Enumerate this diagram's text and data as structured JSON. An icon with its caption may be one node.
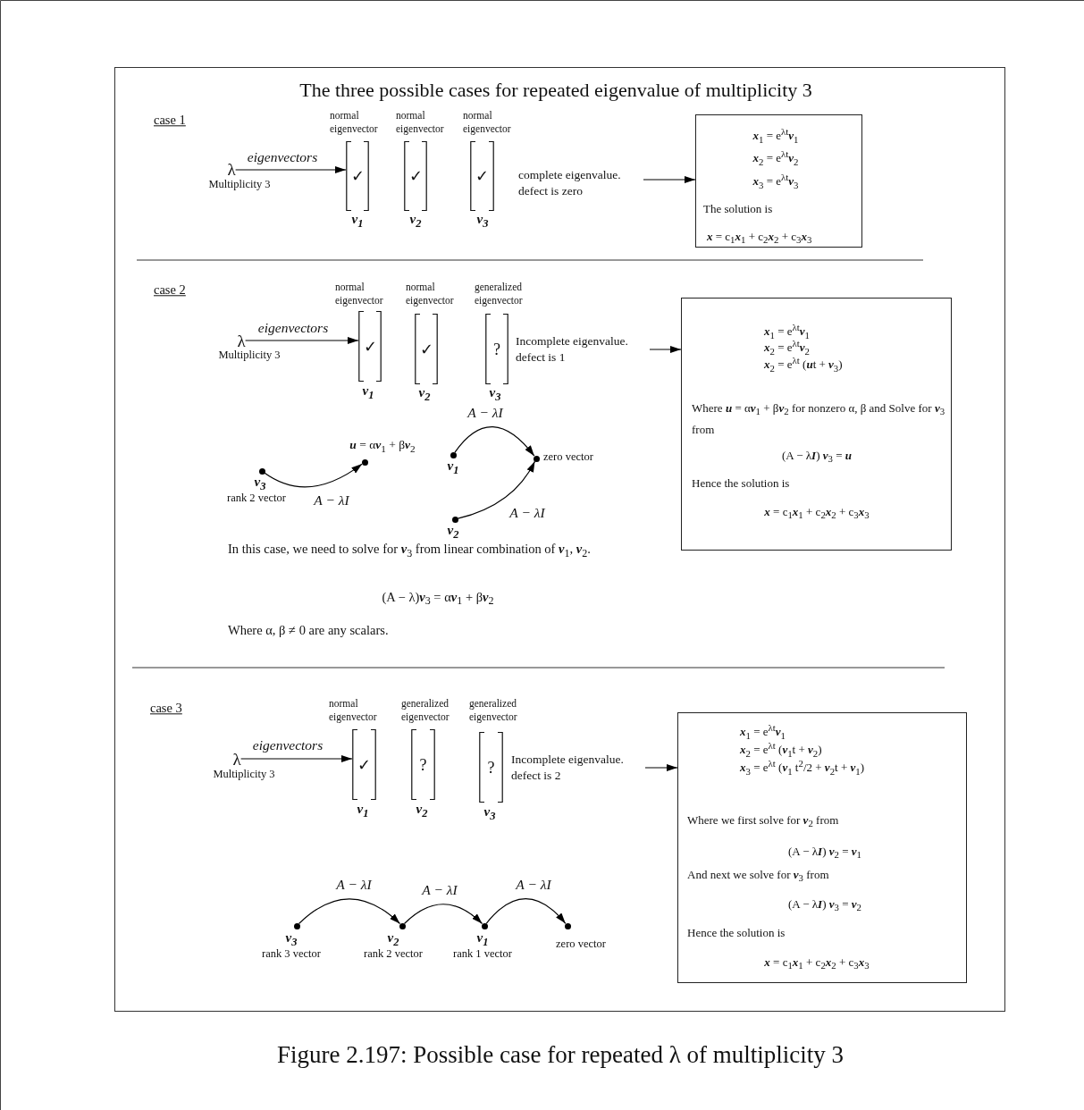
{
  "diagram": {
    "title": "The three possible cases for repeated eigenvalue of multiplicity 3",
    "caption": "Figure 2.197: Possible case for repeated λ of multiplicity 3",
    "nodes": [
      {
        "text": [
          "λ"
        ],
        "beside": [
          "Multiplicity 3"
        ]
      },
      {
        "text": [
          "✓"
        ],
        "beside": [
          "normal eigenvector",
          "v$_{1}$"
        ]
      },
      {
        "text": [
          "✓"
        ],
        "beside": [
          "normal eigenvector",
          "v$_{2}$"
        ]
      },
      {
        "text": [
          "✓"
        ],
        "beside": [
          "normal eigenvector",
          "v$_{3}$"
        ]
      },
      {
        "text": [
          "complete eigenvalue. defect is zero"
        ]
      },
      {
        "text": [
          "**x**$_{1}$ = e$^{λt}$**v**$_{1}$",
          "**x**$_{2}$ = e$^{λt}$**v**$_{2}$",
          "**x**$_{3}$ = e$^{λt}$**v**$_{3}$",
          "The solution is",
          "**x** = c$_{1}$**x**$_{1}$ + c$_{2}$**x**$_{2}$ + c$_{3}$**x**$_{3}$"
        ]
      },
      {
        "text": [
          "λ"
        ],
        "beside": [
          "Multiplicity 3"
        ]
      },
      {
        "text": [
          "✓"
        ],
        "beside": [
          "normal eigenvector",
          "v$_{1}$"
        ]
      },
      {
        "text": [
          "✓"
        ],
        "beside": [
          "normal eigenvector",
          "v$_{2}$"
        ]
      },
      {
        "text": [
          "?"
        ],
        "beside": [
          "generalized eigenvector",
          "v$_{3}$"
        ]
      },
      {
        "text": [
          "Incomplete eigenvalue. defect is 1"
        ]
      },
      {
        "text": [
          "**x**$_{1}$ = e$^{λt}$**v**$_{1}$",
          "**x**$_{2}$ = e$^{λt}$**v**$_{2}$",
          "**x**$_{2}$ = e$^{λt}$ (**u**t + **v**$_{3}$)",
          "Where **u** = α**v**$_{1}$ + β**v**$_{2}$ for nonzero α, β and Solve for **v**$_{3}$ from",
          "(A − λ**I**) **v**$_{3}$ = **u**",
          "Hence the solution is",
          "**x** = c$_{1}$**x**$_{1}$ + c$_{2}$**x**$_{2}$ + c$_{3}$**x**$_{3}$"
        ]
      },
      {
        "text": [],
        "shape": "circle",
        "beside": [
          "v$_{3}$",
          "rank 2 vector"
        ]
      },
      {
        "text": [],
        "shape": "circle",
        "beside": [
          "**u** = α**v**$_{1}$ + β**v**$_{2}$"
        ]
      },
      {
        "text": [],
        "shape": "circle",
        "beside": [
          "v$_{1}$"
        ]
      },
      {
        "text": [],
        "shape": "circle",
        "beside": [
          "zero vector"
        ]
      },
      {
        "text": [],
        "shape": "circle",
        "beside": [
          "v$_{2}$"
        ]
      },
      {
        "text": [
          "λ"
        ],
        "beside": [
          "Multiplicity 3"
        ]
      },
      {
        "text": [
          "✓"
        ],
        "beside": [
          "normal eigenvector",
          "v$_{1}$"
        ]
      },
      {
        "text": [
          "?"
        ],
        "beside": [
          "generalized eigenvector",
          "v$_{2}$"
        ]
      },
      {
        "text": [
          "?"
        ],
        "beside": [
          "generalized eigenvector",
          "v$_{3}$"
        ]
      },
      {
        "text": [
          "Incomplete eigenvalue. defect is 2"
        ]
      },
      {
        "text": [
          "**x**$_{1}$ = e$^{λt}$**v**$_{1}$",
          "**x**$_{2}$ = e$^{λt}$ (**v**$_{1}$t + **v**$_{2}$)",
          "**x**$_{3}$ = e$^{λt}$ (**v**$_{1}$ t$^{2}$/2 + **v**$_{2}$t + **v**$_{1}$)",
          "Where we first solve for **v**$_{2}$ from",
          "(A − λ**I**) **v**$_{2}$ = **v**$_{1}$",
          "And next we solve for **v**$_{3}$ from",
          "(A − λ**I**) **v**$_{3}$ = **v**$_{2}$",
          "Hence the solution is",
          "**x** = c$_{1}$**x**$_{1}$ + c$_{2}$**x**$_{2}$ + c$_{3}$**x**$_{3}$"
        ]
      },
      {
        "text": [],
        "shape": "circle",
        "beside": [
          "v$_{3}$",
          "rank 3 vector"
        ]
      },
      {
        "text": [],
        "shape": "circle",
        "beside": [
          "v$_{2}$",
          "rank 2 vector"
        ]
      },
      {
        "text": [],
        "shape": "circle",
        "beside": [
          "v$_{1}$",
          "rank 1 vector"
        ]
      },
      {
        "text": [],
        "shape": "circle",
        "beside": [
          "zero vector"
        ]
      }
    ],
    "edges": [
      {
        "from": 0,
        "to": 1,
        "arrow": "to",
        "label": "eigenvectors"
      },
      {
        "from": 4,
        "to": 5,
        "arrow": "to"
      },
      {
        "from": 6,
        "to": 7,
        "arrow": "to",
        "label": "eigenvectors"
      },
      {
        "from": 10,
        "to": 11,
        "arrow": "to"
      },
      {
        "from": 12,
        "to": 13,
        "arrow": "to",
        "label": "A − λI"
      },
      {
        "from": 14,
        "to": 15,
        "arrow": "to",
        "label": "A − λI"
      },
      {
        "from": 16,
        "to": 15,
        "arrow": "to",
        "label": "A − λI"
      },
      {
        "from": 17,
        "to": 18,
        "arrow": "to",
        "label": "eigenvectors"
      },
      {
        "from": 21,
        "to": 22,
        "arrow": "to"
      },
      {
        "from": 23,
        "to": 24,
        "arrow": "to",
        "label": "A − λI"
      },
      {
        "from": 24,
        "to": 25,
        "arrow": "to",
        "label": "A − λI"
      },
      {
        "from": 25,
        "to": 26,
        "arrow": "to",
        "label": "A − λI"
      }
    ],
    "labels": [
      "case 1",
      "case 2",
      "In this case, we need to solve for **v**$_{3}$ from linear combination of **v**$_{1}$, **v**$_{2}$.",
      "(A − λ)**v**$_{3}$ = α**v**$_{1}$ + β**v**$_{2}$",
      "Where α, β ≠ 0 are any scalars.",
      "case 3"
    ]
  }
}
